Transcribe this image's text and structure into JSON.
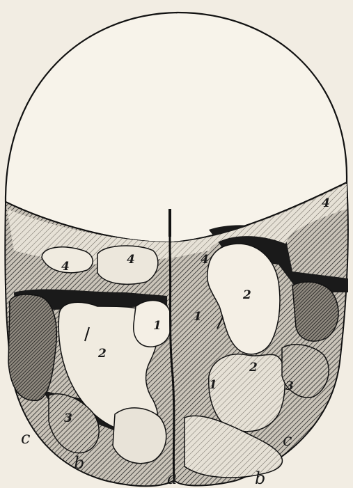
{
  "figure": {
    "colors": {
      "paper": "#f2ede3",
      "ink": "#1a1a1a",
      "shade": "#8a857c",
      "light": "#e2ddd2"
    },
    "labels": {
      "a": "a",
      "b_left": "b",
      "b_right": "b",
      "c_left": "c",
      "c_right": "c",
      "n1_left": "1",
      "n1_mid": "1",
      "n1_lower": "1",
      "n2_left": "2",
      "n2_right_upper": "2",
      "n2_right_lower": "2",
      "n3_left": "3",
      "n3_right": "3",
      "n4_a": "4",
      "n4_b": "4",
      "n4_c": "4",
      "n4_d": "4"
    }
  }
}
